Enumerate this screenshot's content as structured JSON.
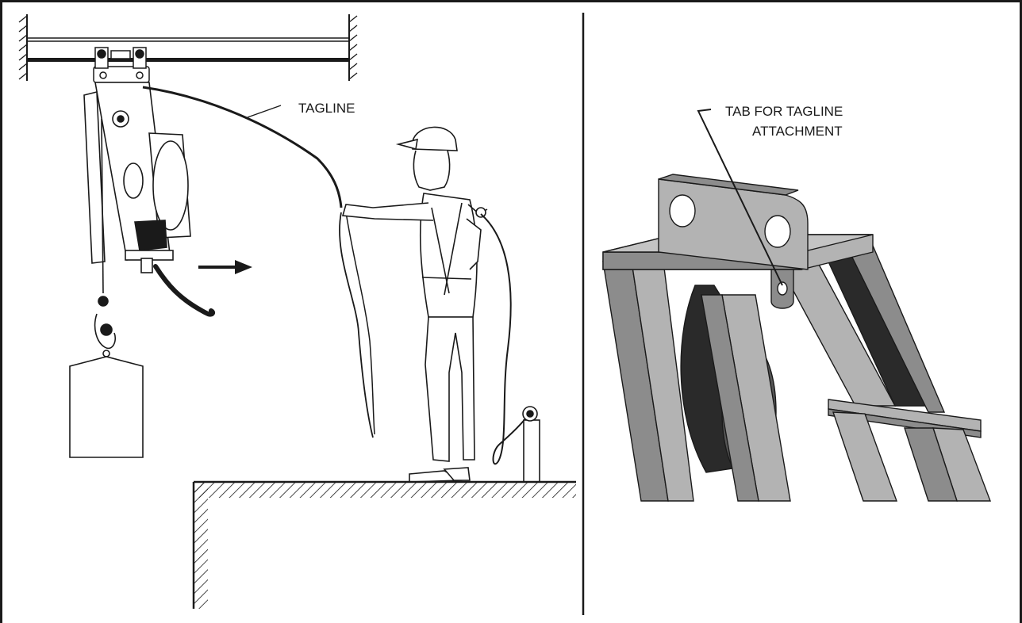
{
  "labels": {
    "tagline": "TAGLINE",
    "tab_line1": "TAB FOR TAGLINE",
    "tab_line2": "ATTACHMENT"
  },
  "colors": {
    "ink": "#1a1a1a",
    "steel_light": "#b3b3b3",
    "steel_mid": "#8c8c8c",
    "steel_dark": "#555555",
    "steel_black": "#2a2a2a"
  }
}
